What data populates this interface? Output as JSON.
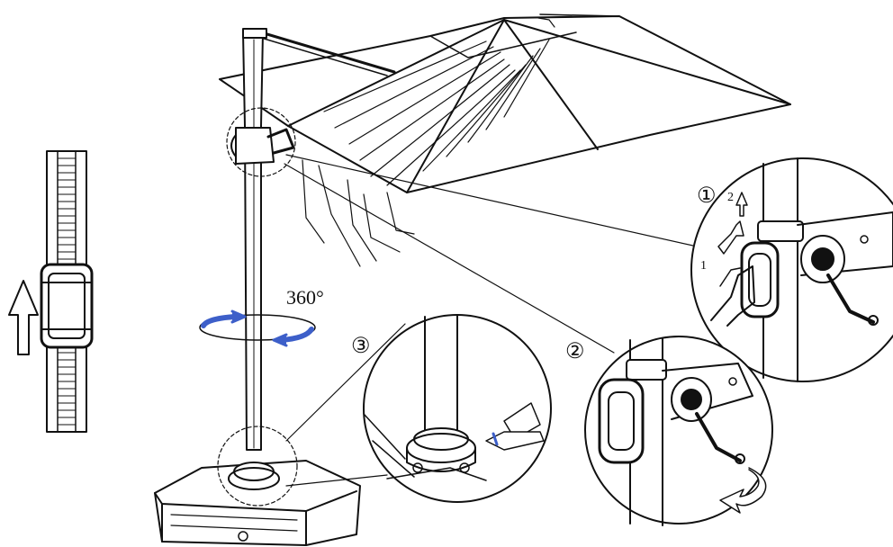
{
  "labels": {
    "rotation": "360°",
    "step1": "①",
    "step2": "②",
    "step3": "③",
    "small_2": "2",
    "small_1": "1"
  },
  "colors": {
    "line": "#111111",
    "rotation_arrow": "#3d5fc9",
    "background": "#ffffff"
  },
  "icons": {
    "up_arrow": "up-arrow-icon",
    "rotation": "rotation-arrow-icon",
    "turn": "curved-arrow-icon"
  }
}
